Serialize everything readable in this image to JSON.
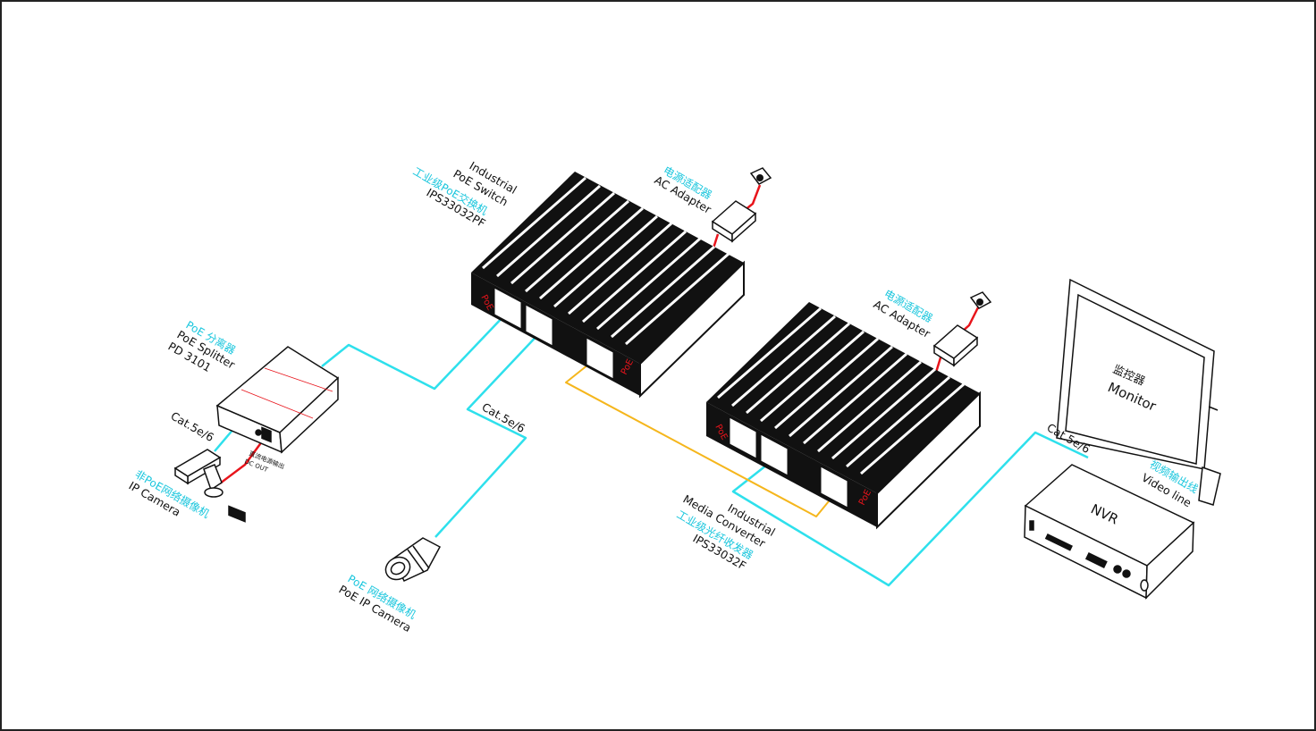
{
  "switch": {
    "title_line1": "Industrial",
    "title_line2": "PoE Switch",
    "title_cn": "工业级PoE交换机",
    "model": "IPS33032PF",
    "badge": "PoE"
  },
  "converter": {
    "title_line1": "Industrial",
    "title_line2": "Media Converter",
    "title_cn": "工业级光纤收发器",
    "model": "IPS33032F",
    "badge": "PoE"
  },
  "adapter1": {
    "cn": "电源适配器",
    "en": "AC Adapter"
  },
  "adapter2": {
    "cn": "电源适配器",
    "en": "AC Adapter"
  },
  "splitter": {
    "cn": "PoE 分离器",
    "en": "PoE Splitter",
    "model": "PD 3101",
    "dc_cn": "直流电源输出",
    "dc_en": "DC OUT"
  },
  "ipcam": {
    "cn": "非PoE网络摄像机",
    "en": "IP Camera"
  },
  "poecam": {
    "cn": "PoE 网络摄像机",
    "en": "PoE IP Camera"
  },
  "monitor": {
    "cn": "监控器",
    "en": "Monitor"
  },
  "videoline": {
    "cn": "视频输出线",
    "en": "Video line"
  },
  "nvr": {
    "label": "NVR"
  },
  "cables": {
    "cat1": "Cat.5e/6",
    "cat2": "Cat.5e/6",
    "cat3": "Cat.5e/6"
  },
  "colors": {
    "ethernet": "#2ee0ec",
    "fiber": "#f5b61c",
    "power": "#e8141b",
    "cyan_text": "#19c6dd"
  }
}
